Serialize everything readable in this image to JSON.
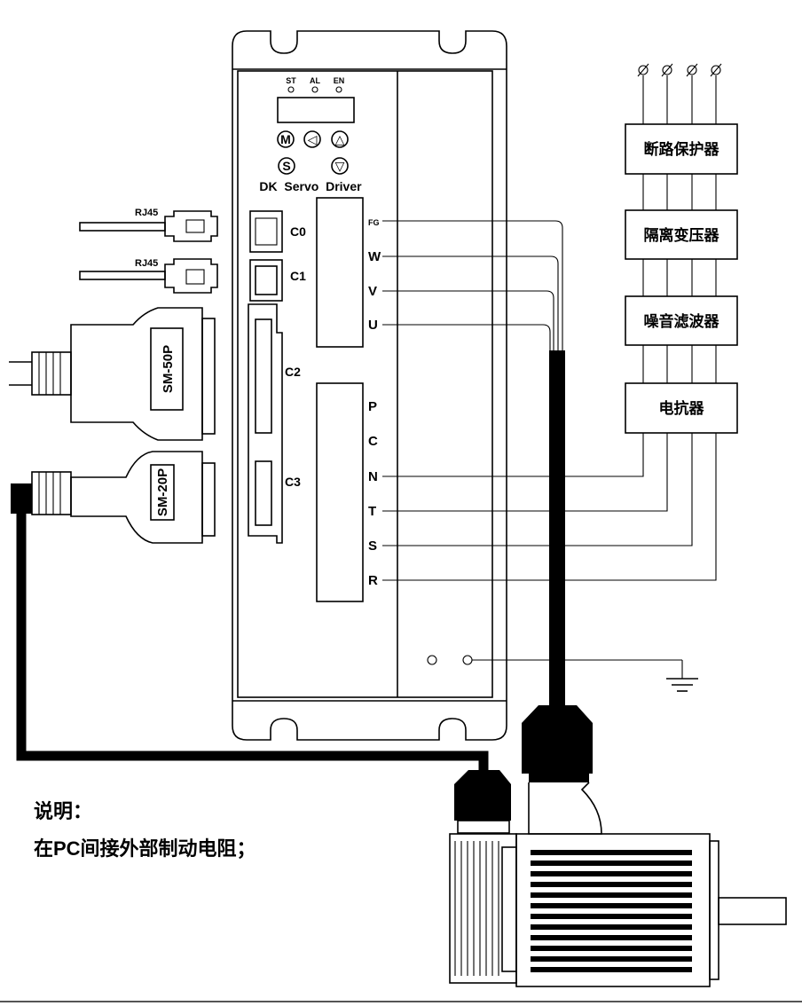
{
  "driver": {
    "indicators": [
      "ST",
      "AL",
      "EN"
    ],
    "buttons": [
      "M",
      "◁",
      "△",
      "S",
      "▽"
    ],
    "brand_label": "DK  Servo  Driver",
    "ports": [
      "C0",
      "C1",
      "C2",
      "C3"
    ],
    "motor_terminals": [
      "FG",
      "W",
      "V",
      "U"
    ],
    "power_terminals": [
      "P",
      "C",
      "N",
      "T",
      "S",
      "R"
    ]
  },
  "connectors": {
    "rj45_a": "RJ45",
    "rj45_b": "RJ45",
    "plug_50": "SM-50P",
    "plug_20": "SM-20P"
  },
  "power_chain": [
    "断路保护器",
    "隔离变压器",
    "噪音滤波器",
    "电抗器"
  ],
  "notes": {
    "title": "说明：",
    "line1": "在PC间接外部制动电阻；"
  }
}
